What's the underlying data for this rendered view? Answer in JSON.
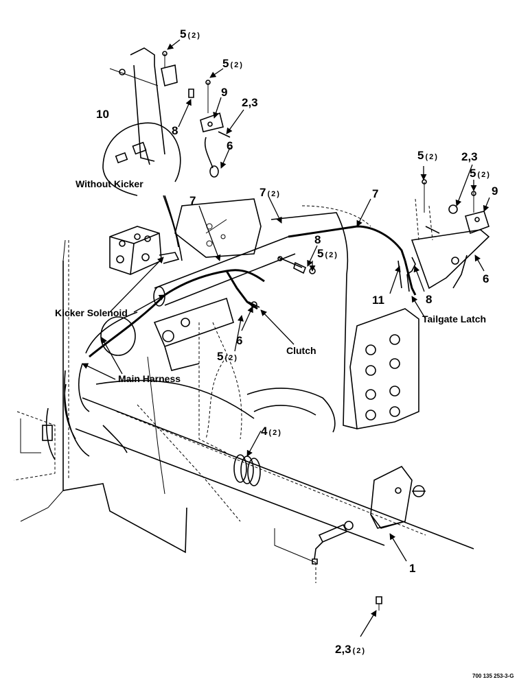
{
  "callouts": {
    "c5_top": {
      "num": "5",
      "qty": "(2)"
    },
    "c5_top2": {
      "num": "5",
      "qty": "(2)"
    },
    "c9_top": {
      "num": "9"
    },
    "c23_top": {
      "num": "2,3"
    },
    "c8_top": {
      "num": "8"
    },
    "c6_top": {
      "num": "6"
    },
    "c10": {
      "num": "10"
    },
    "c7_left": {
      "num": "7"
    },
    "c7_mid": {
      "num": "7",
      "qty": "(2)"
    },
    "c7_right": {
      "num": "7"
    },
    "c8_mid": {
      "num": "8"
    },
    "c5_mid": {
      "num": "5",
      "qty": "(2)"
    },
    "c5_right": {
      "num": "5",
      "qty": "(2)"
    },
    "c23_right": {
      "num": "2,3"
    },
    "c5_right2": {
      "num": "5",
      "qty": "(2)"
    },
    "c9_right": {
      "num": "9"
    },
    "c6_right": {
      "num": "6"
    },
    "c11": {
      "num": "11"
    },
    "c8_right": {
      "num": "8"
    },
    "c6_mid": {
      "num": "6"
    },
    "c5_low": {
      "num": "5",
      "qty": "(2)"
    },
    "c4": {
      "num": "4",
      "qty": "(2)"
    },
    "c1": {
      "num": "1"
    },
    "c23_bottom": {
      "num": "2,3",
      "qty": "(2)"
    }
  },
  "labels": {
    "without_kicker": "Without Kicker",
    "kicker_solenoid": "Kicker Solenoid",
    "main_harness": "Main Harness",
    "clutch": "Clutch",
    "tailgate_latch": "Tailgate Latch"
  },
  "drawing_code": "700 135 253-3-G"
}
